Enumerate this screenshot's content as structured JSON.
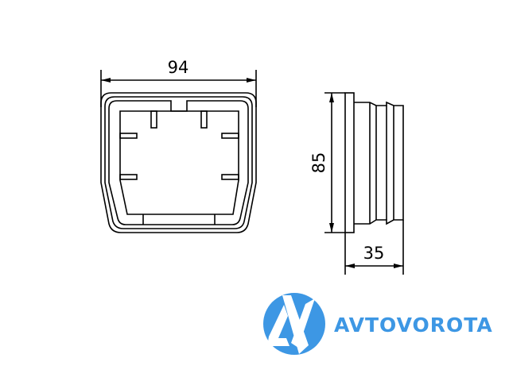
{
  "drawing": {
    "width_label": "94",
    "height_label": "85",
    "depth_label": "35"
  },
  "logo": {
    "brand_name": "AVTOVOROTA",
    "brand_color": "#3d97e4"
  }
}
